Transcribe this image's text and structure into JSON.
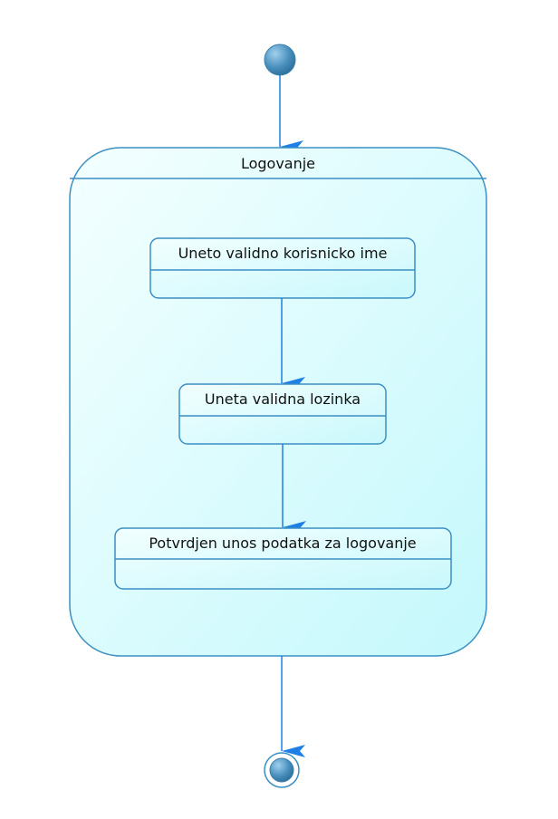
{
  "diagram": {
    "composite_state": {
      "name": "Logovanje"
    },
    "states": [
      {
        "name": "Uneto validno korisnicko ime"
      },
      {
        "name": "Uneta validna lozinka"
      },
      {
        "name": "Potvrdjen unos podatka za logovanje"
      }
    ],
    "colors": {
      "stroke": "#3b8fc4",
      "arrow": "#1e7fe6",
      "fill_light": "#eefeff",
      "fill_mid": "#c8f9fd",
      "node": "#4a90bd"
    }
  }
}
